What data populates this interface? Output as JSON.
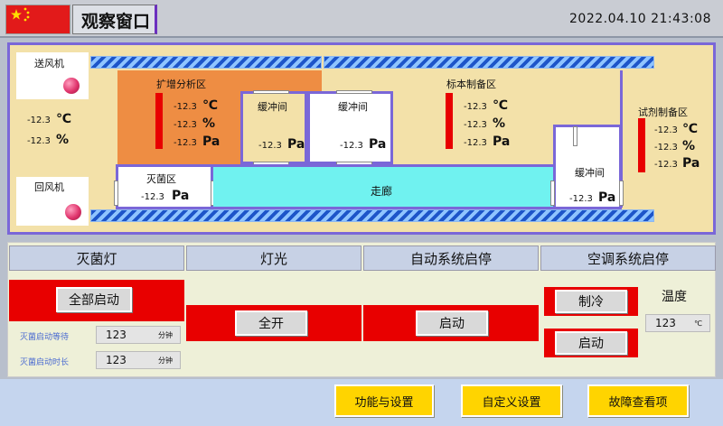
{
  "header": {
    "title": "观察窗口",
    "datetime": "2022.04.10 21:43:08"
  },
  "colors": {
    "accent_red": "#e80000",
    "purple": "#7a67d8",
    "corridor": "#70f2f0",
    "orange_room": "#ee8d43"
  },
  "plan": {
    "supply_fan": "送风机",
    "return_fan": "回风机",
    "left_readings": {
      "temp": "-12.3",
      "temp_unit": "℃",
      "humid": "-12.3",
      "humid_unit": "%"
    },
    "expansion": {
      "label": "扩增分析区",
      "t": "-12.3",
      "t_unit": "℃",
      "h": "-12.3",
      "h_unit": "%",
      "p": "-12.3",
      "p_unit": "Pa"
    },
    "buffer1": {
      "label": "缓冲间",
      "p": "-12.3",
      "p_unit": "Pa"
    },
    "buffer2": {
      "label": "缓冲间",
      "p": "-12.3",
      "p_unit": "Pa"
    },
    "sample": {
      "label": "标本制备区",
      "t": "-12.3",
      "t_unit": "℃",
      "h": "-12.3",
      "h_unit": "%",
      "p": "-12.3",
      "p_unit": "Pa"
    },
    "reagent": {
      "label": "试剂制备区",
      "t": "-12.3",
      "t_unit": "℃",
      "h": "-12.3",
      "h_unit": "%",
      "p": "-12.3",
      "p_unit": "Pa"
    },
    "sterile": {
      "label": "灭菌区",
      "p": "-12.3",
      "p_unit": "Pa"
    },
    "corridor": {
      "label": "走廊"
    },
    "buffer3": {
      "label": "缓冲间",
      "p": "-12.3",
      "p_unit": "Pa"
    }
  },
  "controls": {
    "headers": [
      "灭菌灯",
      "灯光",
      "自动系统启停",
      "空调系统启停"
    ],
    "all_start": "全部启动",
    "wait_label": "灭菌启动等待",
    "wait_value": "123",
    "wait_unit": "分钟",
    "dur_label": "灭菌启动时长",
    "dur_value": "123",
    "dur_unit": "分钟",
    "light_on": "全开",
    "auto_start": "启动",
    "cooling": "制冷",
    "ac_start": "启动",
    "temp_label": "温度",
    "temp_value": "123",
    "temp_unit": "℃"
  },
  "footer": {
    "btn1": "功能与设置",
    "btn2": "自定义设置",
    "btn3": "故障查看项"
  }
}
